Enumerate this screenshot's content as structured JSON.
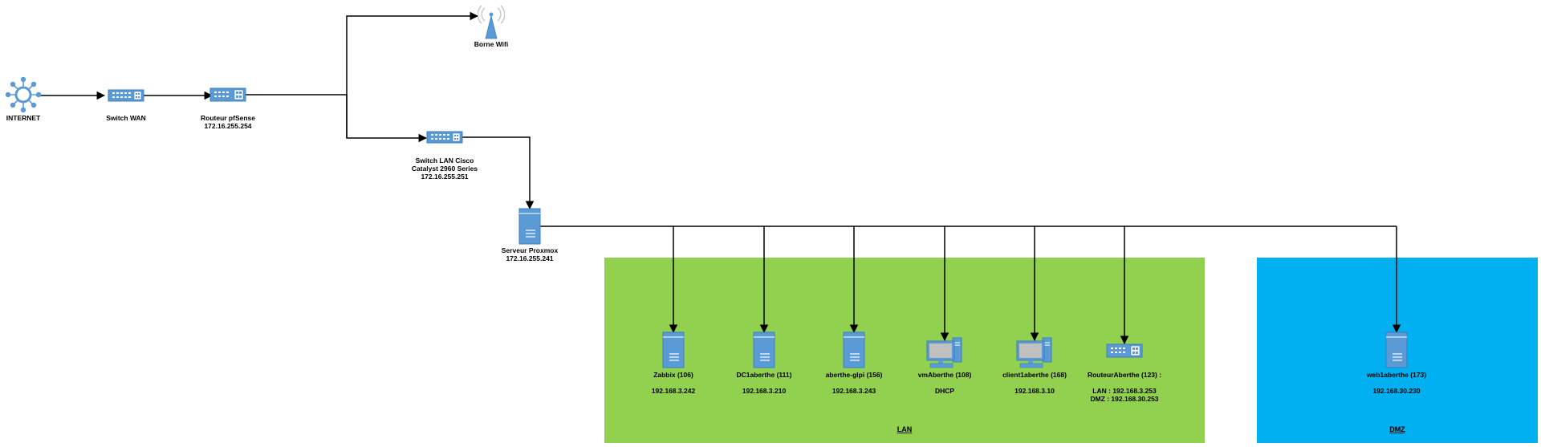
{
  "colors": {
    "lan_zone": "#92d050",
    "dmz_zone": "#00b0f0",
    "icon_fill": "#5b9bd5",
    "icon_stroke": "#3d7dbf",
    "line": "#000000"
  },
  "zones": {
    "lan": {
      "label": "LAN"
    },
    "dmz": {
      "label": "DMZ"
    }
  },
  "nodes": {
    "internet": {
      "icon": "globe-network-icon",
      "lines": [
        "INTERNET"
      ]
    },
    "switch_wan": {
      "icon": "switch-icon",
      "lines": [
        "Switch WAN"
      ]
    },
    "routeur_pfsense": {
      "icon": "router-icon",
      "lines": [
        "Routeur pfSense",
        "172.16.255.254"
      ]
    },
    "borne_wifi": {
      "icon": "wifi-antenna-icon",
      "lines": [
        "Borne Wifi"
      ]
    },
    "switch_lan": {
      "icon": "switch-icon",
      "lines": [
        "Switch LAN Cisco",
        "Catalyst 2960 Series",
        "172.16.255.251"
      ]
    },
    "serveur_proxmox": {
      "icon": "server-icon",
      "lines": [
        "Serveur Proxmox",
        "172.16.255.241"
      ]
    },
    "zabbix": {
      "icon": "server-icon",
      "lines": [
        "Zabbix (106)",
        "",
        "192.168.3.242"
      ]
    },
    "dc1aberthe": {
      "icon": "server-icon",
      "lines": [
        "DC1aberthe (111)",
        "",
        "192.168.3.210"
      ]
    },
    "aberthe_glpi": {
      "icon": "server-icon",
      "lines": [
        "aberthe-glpi (156)",
        "",
        "192.168.3.243"
      ]
    },
    "vmaberthe": {
      "icon": "workstation-icon",
      "lines": [
        "vmAberthe (108)",
        "",
        "DHCP"
      ]
    },
    "client1aberthe": {
      "icon": "workstation-icon",
      "lines": [
        "client1aberthe (168)",
        "",
        "192.168.3.10"
      ]
    },
    "routeuraberthe": {
      "icon": "router-icon",
      "lines": [
        "RouteurAberthe (123) :",
        "",
        "LAN : 192.168.3.253",
        "DMZ : 192.168.30.253"
      ]
    },
    "web1aberthe": {
      "icon": "server-icon",
      "lines": [
        "web1aberthe (173)",
        "",
        "192.168.30.230"
      ]
    }
  }
}
